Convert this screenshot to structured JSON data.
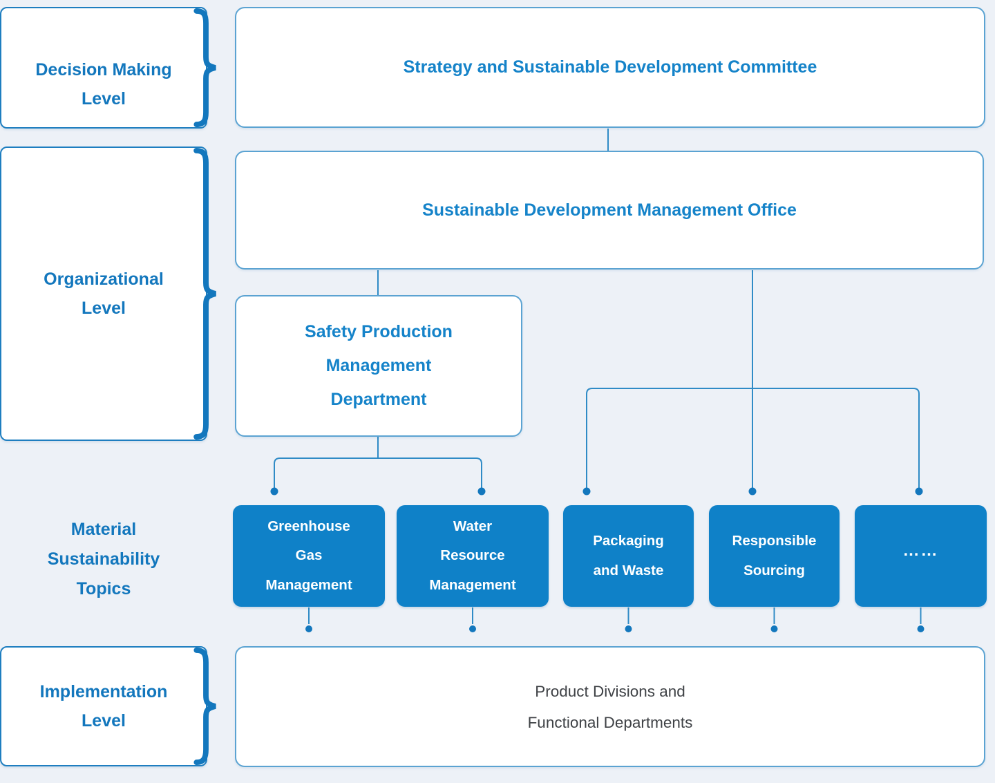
{
  "levels": {
    "decision": {
      "lines": [
        "Decision Making",
        "Level"
      ]
    },
    "organizational": {
      "lines": [
        "Organizational",
        "Level"
      ]
    },
    "material": {
      "lines": [
        "Material",
        "Sustainability",
        "Topics"
      ]
    },
    "implementation": {
      "lines": [
        "Implementation",
        "Level"
      ]
    }
  },
  "nodes": {
    "committee": {
      "label": "Strategy and Sustainable Development Committee"
    },
    "office": {
      "label": "Sustainable Development Management Office"
    },
    "safety_department": {
      "lines": [
        "Safety Production",
        "Management",
        "Department"
      ]
    },
    "topics": [
      {
        "id": "greenhouse-gas-management",
        "lines": [
          "Greenhouse",
          "Gas",
          "Management"
        ]
      },
      {
        "id": "water-resource-management",
        "lines": [
          "Water",
          "Resource",
          "Management"
        ]
      },
      {
        "id": "packaging-and-waste",
        "lines": [
          "Packaging",
          "and Waste"
        ]
      },
      {
        "id": "responsible-sourcing",
        "lines": [
          "Responsible",
          "Sourcing"
        ]
      },
      {
        "id": "more-topics",
        "lines": [
          "……"
        ]
      }
    ],
    "implementation_box": {
      "lines": [
        "Product Divisions and",
        "Functional Departments"
      ]
    }
  },
  "colors": {
    "background": "#edf1f7",
    "accent_blue": "#1377bd",
    "node_text_blue": "#1583c9",
    "topic_fill": "#0f81c8",
    "connector": "#2f8bc6",
    "box_border": "#5ba3d2",
    "implementation_text": "#3f4246"
  }
}
